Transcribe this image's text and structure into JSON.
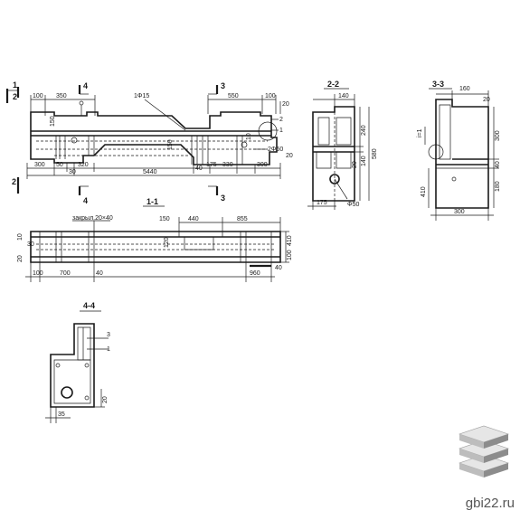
{
  "elevation": {
    "section_1": "1",
    "section_2": "2",
    "section_3": "3",
    "section_4": "4",
    "dim_100": "100",
    "dim_350": "350",
    "dim_550": "550",
    "dim_100_right": "100",
    "dim_20": "20",
    "dim_300_left": "300",
    "dim_30": "30",
    "dim_50": "50",
    "dim_320": "320",
    "dim_5440": "5440",
    "dim_175": "175",
    "dim_330": "330",
    "dim_300_right": "300",
    "dim_40": "40",
    "dim_10": "10",
    "dim_150": "150",
    "rebar_label": "1Φ15",
    "hole_label": "2Φ50",
    "callout_2": "2",
    "callout_1": "1"
  },
  "section_2_2": {
    "title": "2-2",
    "dim_140_top": "140",
    "dim_240": "240",
    "dim_580": "580",
    "dim_140": "140",
    "dim_20": "20",
    "dim_175": "175",
    "hole": "Φ50"
  },
  "section_3_3": {
    "title": "3-3",
    "dim_160": "160",
    "dim_20": "20",
    "dim_300_vert": "300",
    "dim_40": "40",
    "dim_180": "180",
    "dim_410": "410",
    "dim_300": "300",
    "slope": "i=1"
  },
  "plan_1_1": {
    "title": "1-1",
    "embed": "закрыл.20×40",
    "dim_440": "440",
    "dim_855": "855",
    "dim_100": "100",
    "dim_700": "700",
    "dim_40": "40",
    "dim_960": "960",
    "dim_40_right": "40",
    "dim_100_right": "100",
    "dim_410": "410",
    "dim_10": "10",
    "dim_120": "120",
    "dim_20": "20",
    "dim_150": "150",
    "dim_30": "30"
  },
  "section_4_4": {
    "title": "4-4",
    "callout_3": "3",
    "callout_1": "1",
    "dim_20": "20",
    "dim_35": "35"
  },
  "watermark": {
    "text": "gbi22.ru"
  },
  "colors": {
    "line": "#1a1a1a",
    "background": "#ffffff",
    "logo_light": "#e6e6e6",
    "logo_mid": "#bdbdbd",
    "logo_dark": "#8c8c8c"
  }
}
